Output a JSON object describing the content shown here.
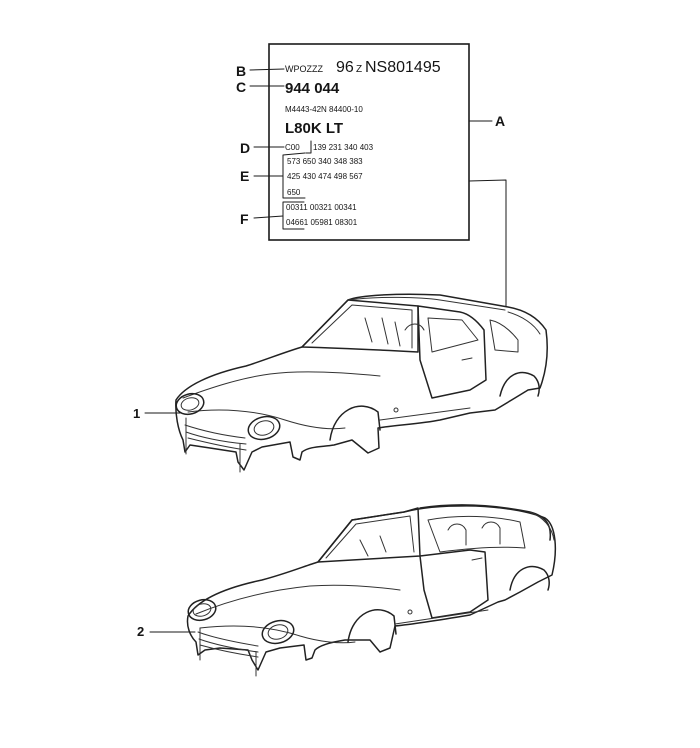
{
  "plate": {
    "wmi": "WPOZZZ",
    "vin_model": "96",
    "vin_mid": "Z",
    "vin_serial": "NS801495",
    "type_number": "944 044",
    "code_line": "M4443-42N  84400-10",
    "paint_line": "L80K    LT",
    "options_prefix": "C00",
    "options_row1": "139   231   340   403",
    "options_row2": "573   650   340   348   383",
    "options_row3": "425   430   474   498   567",
    "options_row4": "650",
    "codes_row1": "00311   00321   00341",
    "codes_row2": "04661   05981   08301"
  },
  "callouts": {
    "A": "A",
    "B": "B",
    "C": "C",
    "D": "D",
    "E": "E",
    "F": "F",
    "item1": "1",
    "item2": "2"
  },
  "figures": {
    "coupe": "coupe-body-shell",
    "cabriolet": "cabriolet-body-shell"
  }
}
